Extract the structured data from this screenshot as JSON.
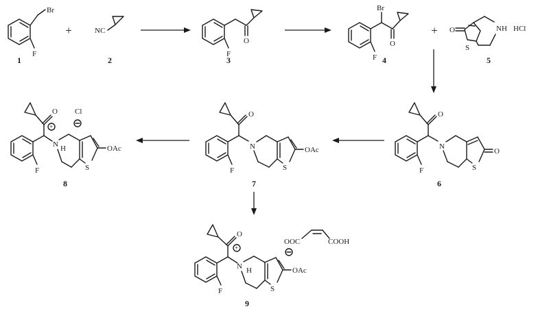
{
  "labels": {
    "c1": "1",
    "c2": "2",
    "c3": "3",
    "c4": "4",
    "c5": "5",
    "c6": "6",
    "c7": "7",
    "c8": "8",
    "c9": "9"
  },
  "atoms": {
    "br": "Br",
    "f": "F",
    "nc": "NC",
    "o": "O",
    "s": "S",
    "n": "N",
    "nh": "NH",
    "h": "H",
    "hcl": "HCl",
    "oac": "OAc",
    "cl": "Cl",
    "ooc": "OOC",
    "cooh": "COOH"
  },
  "plus_sign": "+"
}
